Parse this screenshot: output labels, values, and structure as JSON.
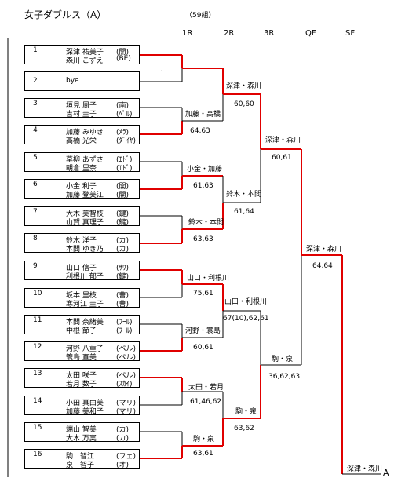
{
  "header": {
    "title": "女子ダブルス（A）",
    "groups": "（59組）",
    "rounds": [
      "1R",
      "2R",
      "3R",
      "QF",
      "SF"
    ]
  },
  "entries": [
    {
      "no": "1",
      "p1": "深津 祐美子",
      "c1": "(開)",
      "p2": "森川 こずえ",
      "c2": "(BE)"
    },
    {
      "no": "2",
      "bye": "bye"
    },
    {
      "no": "3",
      "p1": "垣見 周子",
      "c1": "(南)",
      "p2": "吉村 圭子",
      "c2": "(ﾍﾟﾙ)"
    },
    {
      "no": "4",
      "p1": "加藤 みゆき",
      "c1": "(ﾒﾗ)",
      "p2": "高橋 光栄",
      "c2": "(ﾀﾞｲﾔ)"
    },
    {
      "no": "5",
      "p1": "草柳 あずさ",
      "c1": "(ｴﾄﾞ)",
      "p2": "朝倉 里奈",
      "c2": "(ｴﾄﾞ)"
    },
    {
      "no": "6",
      "p1": "小金 利子",
      "c1": "(開)",
      "p2": "加藤 登美江",
      "c2": "(開)"
    },
    {
      "no": "7",
      "p1": "大木 美智枝",
      "c1": "(鍵)",
      "p2": "山賀 真理子",
      "c2": "(鍵)"
    },
    {
      "no": "8",
      "p1": "鈴木 洋子",
      "c1": "(カ)",
      "p2": "本間 ゆき乃",
      "c2": "(カ)"
    },
    {
      "no": "9",
      "p1": "山口 信子",
      "c1": "(ｻﾜ)",
      "p2": "利根川 郁子",
      "c2": "(鍵)"
    },
    {
      "no": "10",
      "p1": "坂本 里枝",
      "c1": "(曹)",
      "p2": "寒河江 圭子",
      "c2": "(曹)"
    },
    {
      "no": "11",
      "p1": "本間 奈緒美",
      "c1": "(ﾌｰﾙ)",
      "p2": "中根 節子",
      "c2": "(ﾌｰﾙ)"
    },
    {
      "no": "12",
      "p1": "河野 八重子",
      "c1": "(ベル)",
      "p2": "簑島 直美",
      "c2": "(ベル)"
    },
    {
      "no": "13",
      "p1": "太田 咲子",
      "c1": "(ベル)",
      "p2": "若月 数子",
      "c2": "(ｽｶｲ)"
    },
    {
      "no": "14",
      "p1": "小田 真由美",
      "c1": "(マリ)",
      "p2": "加藤 美和子",
      "c2": "(マリ)"
    },
    {
      "no": "15",
      "p1": "端山 智美",
      "c1": "(カ)",
      "p2": "大木 万実",
      "c2": "(カ)"
    },
    {
      "no": "16",
      "p1": "駒　智江",
      "c1": "(フェ)",
      "p2": "泉　智子",
      "c2": "(オ)"
    }
  ],
  "bye_mark": ".",
  "r1": [
    {
      "winner": "",
      "score": ""
    },
    {
      "winner": "加藤・高橋",
      "score": "64,63"
    },
    {
      "winner": "小金・加藤",
      "score": "61,63"
    },
    {
      "winner": "鈴木・本間",
      "score": "63,63"
    },
    {
      "winner": "山口・利根川",
      "score": "75,61"
    },
    {
      "winner": "河野・簑島",
      "score": "60,61"
    },
    {
      "winner": "太田・若月",
      "score": "61,46,62"
    },
    {
      "winner": "駒・泉",
      "score": "63,61"
    }
  ],
  "r2": [
    {
      "winner": "深津・森川",
      "score": "60,60"
    },
    {
      "winner": "鈴木・本間",
      "score": "61,64"
    },
    {
      "winner": "山口・利根川",
      "score": "67(10),62,61"
    },
    {
      "winner": "駒・泉",
      "score": "63,62"
    }
  ],
  "r3": [
    {
      "winner": "深津・森川",
      "score": "60,61"
    },
    {
      "winner": "駒・泉",
      "score": "36,62,63"
    }
  ],
  "qf": {
    "winner": "深津・森川",
    "score": "64,64"
  },
  "sf": {
    "winner": "深津・森川",
    "tail": "A"
  },
  "colors": {
    "winner_line": "#e00000",
    "line": "#000000"
  }
}
